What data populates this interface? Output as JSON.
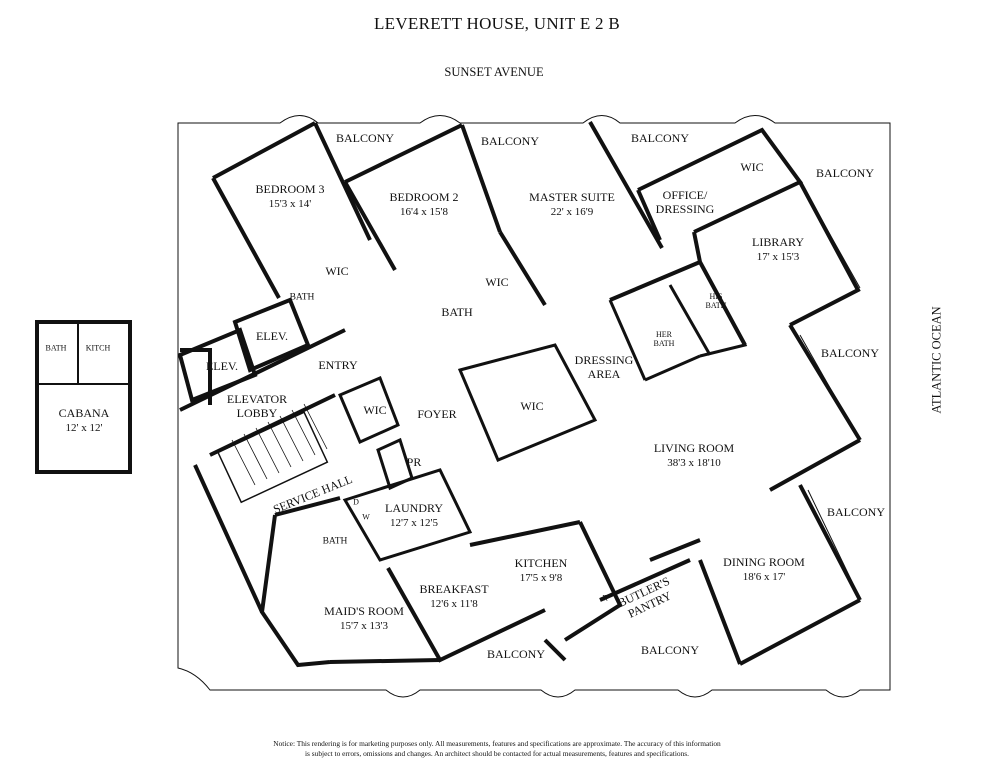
{
  "title": "LEVERETT HOUSE, UNIT E 2 B",
  "street": "SUNSET AVENUE",
  "ocean": "ATLANTIC OCEAN",
  "rooms": {
    "bedroom3": {
      "name": "BEDROOM 3",
      "dim": "15'3 x 14'"
    },
    "bedroom2": {
      "name": "BEDROOM 2",
      "dim": "16'4 x 15'8"
    },
    "master": {
      "name": "MASTER SUITE",
      "dim": "22' x 16'9"
    },
    "office": {
      "name1": "OFFICE/",
      "name2": "DRESSING"
    },
    "library": {
      "name": "LIBRARY",
      "dim": "17' x 15'3"
    },
    "living": {
      "name": "LIVING ROOM",
      "dim": "38'3 x 18'10"
    },
    "dining": {
      "name": "DINING ROOM",
      "dim": "18'6 x 17'"
    },
    "kitchen": {
      "name": "KITCHEN",
      "dim": "17'5 x 9'8"
    },
    "breakfast": {
      "name": "BREAKFAST",
      "dim": "12'6 x 11'8"
    },
    "maids": {
      "name": "MAID'S ROOM",
      "dim": "15'7 x 13'3"
    },
    "laundry": {
      "name": "LAUNDRY",
      "dim": "12'7 x 12'5"
    },
    "cabana": {
      "name": "CABANA",
      "dim": "12' x 12'"
    }
  },
  "labels": {
    "balcony": "BALCONY",
    "wic": "WIC",
    "bath": "BATH",
    "elev": "ELEV.",
    "entry": "ENTRY",
    "elevator": "ELEVATOR",
    "lobby": "LOBBY",
    "foyer": "FOYER",
    "pr": "PR",
    "service_hall": "SERVICE HALL",
    "dressing": "DRESSING",
    "area": "AREA",
    "her": "HER",
    "his": "HIS",
    "butlers": "BUTLER'S",
    "pantry": "PANTRY",
    "kitch": "KITCH",
    "d": "D",
    "w": "W",
    "r": "R"
  },
  "notice": {
    "line1": "Notice: This rendering is for marketing purposes only. All measurements, features and specifications are approximate. The accuracy of this information",
    "line2": "is subject to errors, omissions and changes. An architect should be contacted for actual measurements, features and specifications."
  }
}
